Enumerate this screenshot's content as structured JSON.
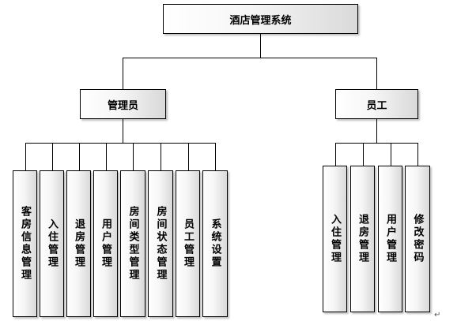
{
  "root": {
    "label": "酒店管理系统",
    "children": [
      {
        "label": "管理员",
        "children": [
          "客房信息管理",
          "入住管理",
          "退房管理",
          "用户管理",
          "房间类型管理",
          "房间状态管理",
          "员工管理",
          "系统设置"
        ]
      },
      {
        "label": "员工",
        "children": [
          "入住管理",
          "退房管理",
          "用户管理",
          "修改密码"
        ]
      }
    ]
  },
  "paragraph_mark": "↵"
}
